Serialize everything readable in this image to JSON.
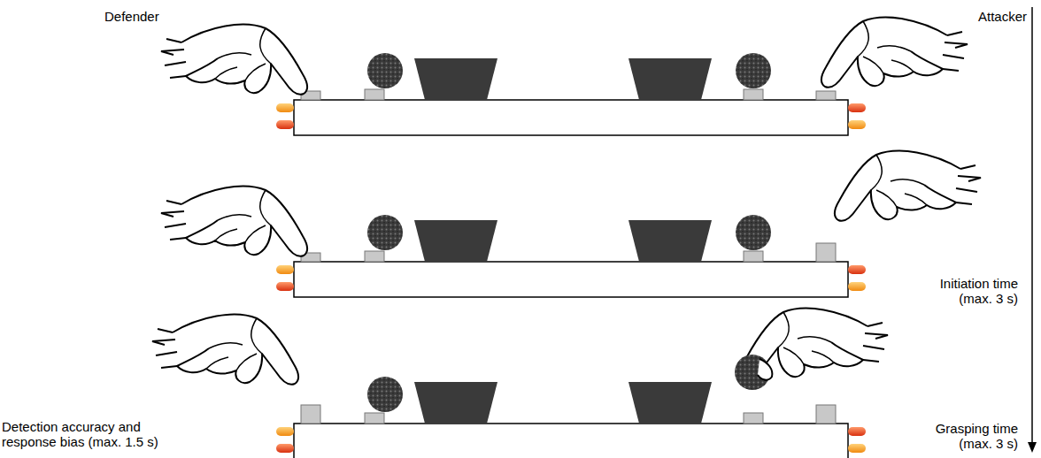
{
  "diagram": {
    "labels": [
      "Defender",
      "Attacker",
      "Initiation time (max. 3 s)",
      "Detection accuracy and response bias (max. 1.5 s)",
      "Grasping time (max. 3 s)"
    ]
  }
}
